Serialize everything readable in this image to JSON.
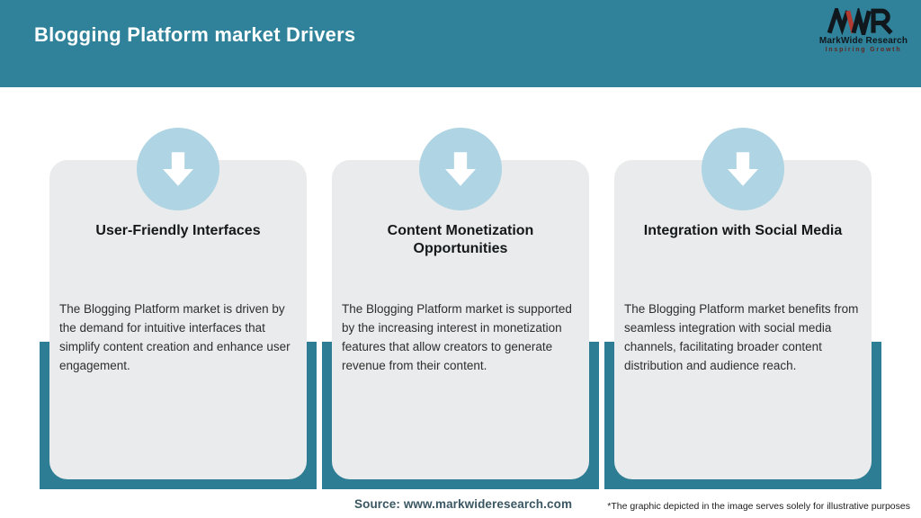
{
  "header": {
    "title": "Blogging Platform market Drivers"
  },
  "logo": {
    "brand": "MarkWide Research",
    "tagline": "Inspiring Growth"
  },
  "cards": [
    {
      "title": "User-Friendly Interfaces",
      "body": "The Blogging Platform market is driven by the demand for intuitive interfaces that simplify content creation and enhance user engagement."
    },
    {
      "title": "Content Monetization Opportunities",
      "body": "The Blogging Platform market is supported by the increasing interest in monetization features that allow creators to generate revenue from their content."
    },
    {
      "title": "Integration with Social Media",
      "body": "The Blogging Platform market benefits from seamless integration with social media channels, facilitating broader content distribution and audience reach."
    }
  ],
  "footer": {
    "source": "Source: www.markwideresearch.com",
    "disclaimer": "*The graphic depicted in the image serves solely for illustrative purposes"
  },
  "icons": {
    "card_icon": "down-arrow-icon",
    "logo_icon": "mwr-monogram-icon"
  },
  "colors": {
    "header_teal": "#2f8299",
    "card_underlay_teal": "#2d7d94",
    "card_background": "#e9ebec",
    "arrow_circle_blue": "#afd4e3",
    "title_text": "#14181b",
    "body_text": "#2e2e2e",
    "source_text": "#3a5763",
    "logo_red_accent": "#b13a31",
    "logo_dark": "#10181e",
    "tagline_red": "#5e2823",
    "header_text": "#ffffff"
  }
}
